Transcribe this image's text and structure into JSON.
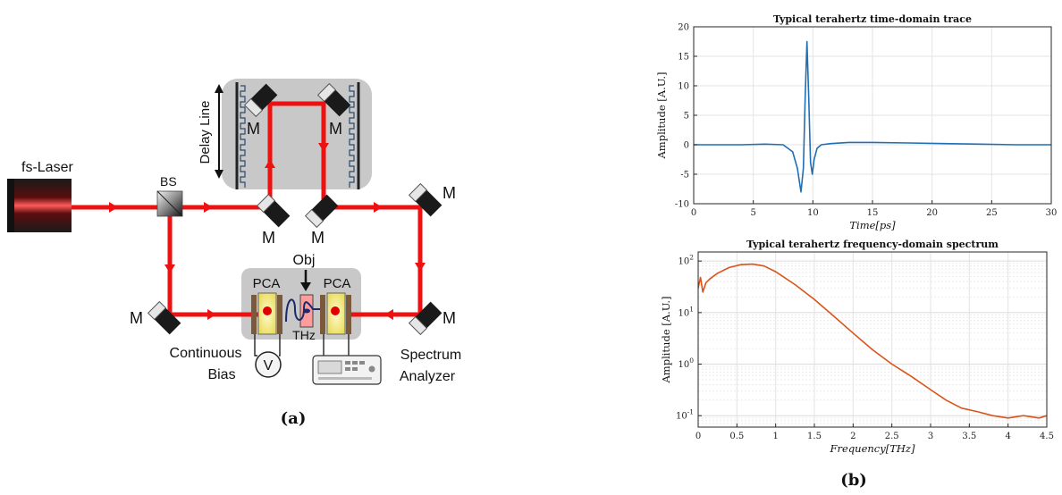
{
  "diagram": {
    "laser_label": "fs-Laser",
    "beam_splitter_label": "BS",
    "mirror_label": "M",
    "delay_line_label": "Delay Line",
    "object_label": "Obj",
    "pca_label": "PCA",
    "thz_label": "THz",
    "bias_label_1": "Continuous",
    "bias_label_2": "Bias",
    "bias_symbol": "V",
    "analyzer_label_1": "Spectrum",
    "analyzer_label_2": "Analyzer",
    "caption": "(a)",
    "colors": {
      "beam": "#ee1111",
      "enclosure": "#c8c8c8",
      "pca": "#f0e676",
      "thz_element": "#ff9c9c"
    }
  },
  "figure_b": {
    "caption": "(b)",
    "colors": {
      "time_trace": "#1f6fb5",
      "spectrum": "#d9541a"
    }
  },
  "chart_data": [
    {
      "type": "line",
      "title": "Typical terahertz time-domain trace",
      "xlabel": "Time[ps]",
      "ylabel": "Amplitude [A.U.]",
      "xlim": [
        0,
        30
      ],
      "ylim": [
        -10,
        20
      ],
      "xticks": [
        "0",
        "5",
        "10",
        "15",
        "20",
        "25",
        "30"
      ],
      "yticks": [
        "-10",
        "-5",
        "0",
        "5",
        "10",
        "15",
        "20"
      ],
      "grid": true,
      "series": [
        {
          "x": [
            0,
            4,
            6,
            7.5,
            8.3,
            8.7,
            9.0,
            9.2,
            9.35,
            9.5,
            9.65,
            9.8,
            9.95,
            10.1,
            10.35,
            10.7,
            11.5,
            13,
            15,
            18,
            21,
            24,
            27,
            30
          ],
          "values": [
            0,
            0,
            0.1,
            0,
            -1.2,
            -4,
            -8,
            -4,
            8,
            17.5,
            8,
            -3,
            -5,
            -2.5,
            -0.6,
            0,
            0.2,
            0.4,
            0.4,
            0.3,
            0.2,
            0.1,
            0,
            0
          ]
        }
      ]
    },
    {
      "type": "line",
      "title": "Typical terahertz frequency-domain spectrum",
      "xlabel": "Frequency[THz]",
      "ylabel": "Amplitude [A.U.]",
      "xlim": [
        0,
        4.5
      ],
      "ylim": [
        0.06,
        150
      ],
      "yscale": "log",
      "xticks": [
        "0",
        "0.5",
        "1",
        "1.5",
        "2",
        "2.5",
        "3",
        "3.5",
        "4",
        "4.5"
      ],
      "yticks": [
        "10^-1",
        "10^0",
        "10^1",
        "10^2"
      ],
      "grid": true,
      "series": [
        {
          "x": [
            0,
            0.03,
            0.06,
            0.1,
            0.15,
            0.25,
            0.4,
            0.55,
            0.7,
            0.85,
            1.0,
            1.25,
            1.5,
            1.75,
            2.0,
            2.25,
            2.5,
            2.75,
            3.0,
            3.2,
            3.4,
            3.6,
            3.8,
            4.0,
            4.2,
            4.4,
            4.5
          ],
          "values": [
            30,
            48,
            25,
            38,
            45,
            58,
            75,
            85,
            87,
            80,
            62,
            35,
            18,
            8.5,
            4,
            1.9,
            1.0,
            0.58,
            0.32,
            0.2,
            0.14,
            0.12,
            0.1,
            0.09,
            0.1,
            0.09,
            0.1
          ]
        }
      ]
    }
  ]
}
